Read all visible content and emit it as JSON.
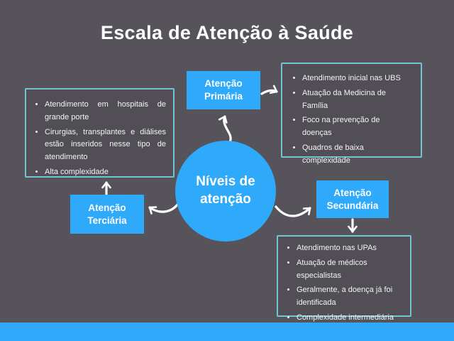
{
  "title": "Escala de Atenção à Saúde",
  "colors": {
    "background": "#56535A",
    "accent_blue": "#2FA9FA",
    "detail_border": "#6FC6D2",
    "detail_fill": "#514E56",
    "text_white": "#FFFFFF"
  },
  "center_node": {
    "label": "Níveis de\natenção"
  },
  "level_nodes": {
    "primary": {
      "label": "Atenção\nPrimária"
    },
    "secondary": {
      "label": "Atenção\nSecundária"
    },
    "tertiary": {
      "label": "Atenção\nTerciária"
    }
  },
  "detail_boxes": {
    "primary": {
      "items": [
        "Atendimento inicial nas UBS",
        "Atuação da Medicina de Família",
        "Foco na prevenção de doenças",
        "Quadros de baixa complexidade"
      ]
    },
    "secondary": {
      "items": [
        "Atendimento nas UPAs",
        "Atuação de médicos especialistas",
        "Geralmente, a doença já foi identificada",
        "Complexidade intermediária"
      ]
    },
    "tertiary": {
      "items": [
        "Atendimento em hospitais de grande porte",
        "Cirurgias, transplantes e diálises estão inseridos nesse tipo de atendimento",
        "Alta complexidade"
      ]
    }
  }
}
